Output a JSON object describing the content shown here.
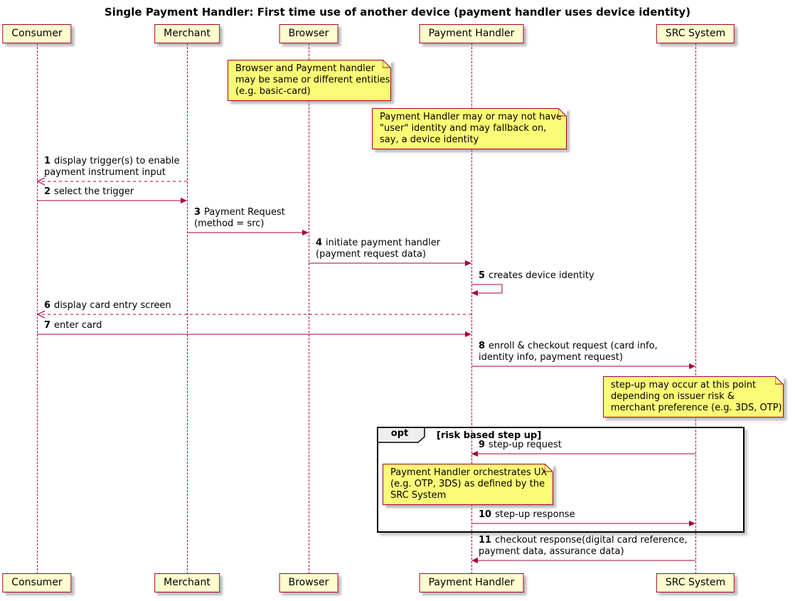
{
  "title": "Single Payment Handler: First time use of another device (payment handler uses device identity)",
  "participants": [
    {
      "name": "Consumer"
    },
    {
      "name": "Merchant"
    },
    {
      "name": "Browser"
    },
    {
      "name": "Payment Handler"
    },
    {
      "name": "SRC System"
    }
  ],
  "notes": [
    {
      "text": "Browser and Payment handler\nmay be same or different entities\n(e.g. basic-card)"
    },
    {
      "text": "Payment Handler may or may not have\n\"user\" identity and may fallback on,\nsay, a device identity"
    },
    {
      "text": "step-up may occur at this point\ndepending on issuer risk &\nmerchant preference (e.g. 3DS, OTP)"
    },
    {
      "text": "Payment Handler orchestrates UX\n(e.g. OTP, 3DS) as defined by the\nSRC System"
    }
  ],
  "messages": [
    {
      "num": "1",
      "text": "display trigger(s) to enable\npayment instrument input"
    },
    {
      "num": "2",
      "text": "select the trigger"
    },
    {
      "num": "3",
      "text": "Payment Request\n(method = src)"
    },
    {
      "num": "4",
      "text": "initiate payment handler\n(payment request data)"
    },
    {
      "num": "5",
      "text": "creates device identity"
    },
    {
      "num": "6",
      "text": "display card entry screen"
    },
    {
      "num": "7",
      "text": "enter card"
    },
    {
      "num": "8",
      "text": "enroll & checkout request (card info,\nidentity info, payment request)"
    },
    {
      "num": "9",
      "text": "step-up request"
    },
    {
      "num": "10",
      "text": "step-up response"
    },
    {
      "num": "11",
      "text": "checkout response(digital card reference,\npayment data, assurance data)"
    }
  ],
  "fragment": {
    "operator": "opt",
    "guard": "[risk based step up]"
  },
  "colors": {
    "participant_fill": "#FEFECE",
    "note_fill": "#FBFB77",
    "border": "#A80036",
    "arrow": "#A80036",
    "frame_border": "#000000",
    "frame_header_fill": "#EEEEEE"
  }
}
